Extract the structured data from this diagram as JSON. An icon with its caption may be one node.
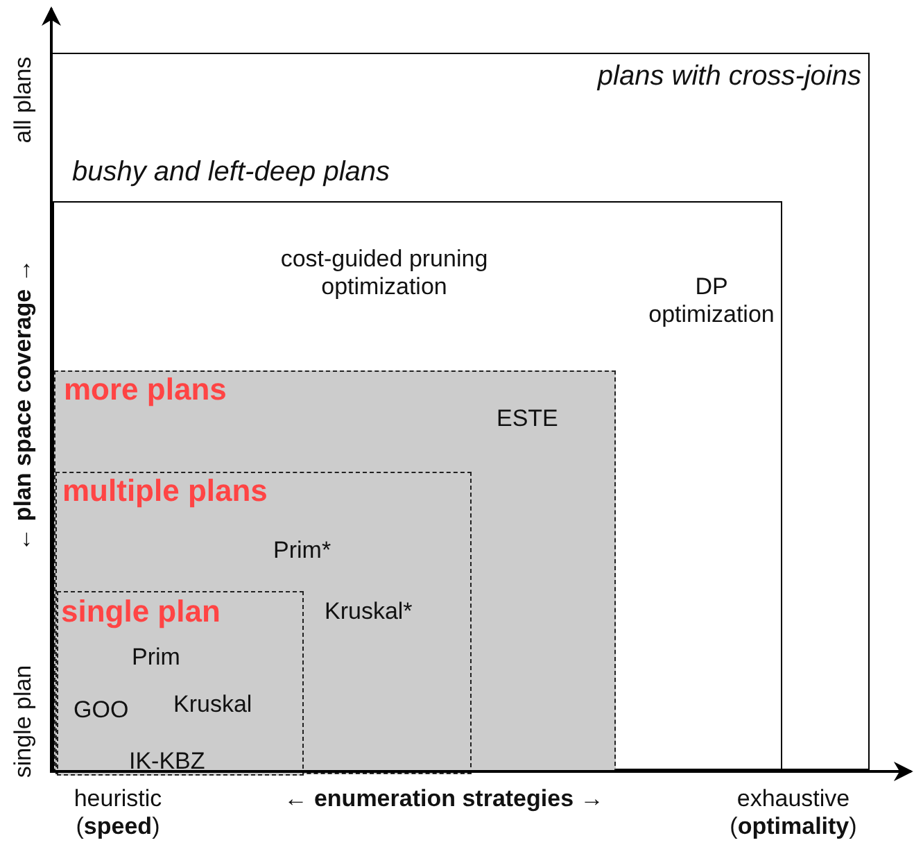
{
  "diagram": {
    "nodes": [
      {
        "text": [
          "plans with cross-joins"
        ]
      },
      {
        "text": [
          "bushy and left-deep plans",
          "cost-guided pruning optimization",
          "DP optimization"
        ],
        "in": 0
      },
      {
        "text": [
          "more plans",
          "ESTE"
        ],
        "in": 1
      },
      {
        "text": [
          "multiple plans",
          "Prim*",
          "Kruskal*"
        ],
        "in": 2
      },
      {
        "text": [
          "single plan",
          "Prim",
          "GOO",
          "Kruskal",
          "IK-KBZ"
        ],
        "in": 3
      }
    ],
    "labels": [
      "all plans",
      "← **plan space coverage** →",
      "single plan",
      "heuristic (**speed**)",
      "← **enumeration strategies** →",
      "exhaustive (**optimality**)"
    ]
  }
}
